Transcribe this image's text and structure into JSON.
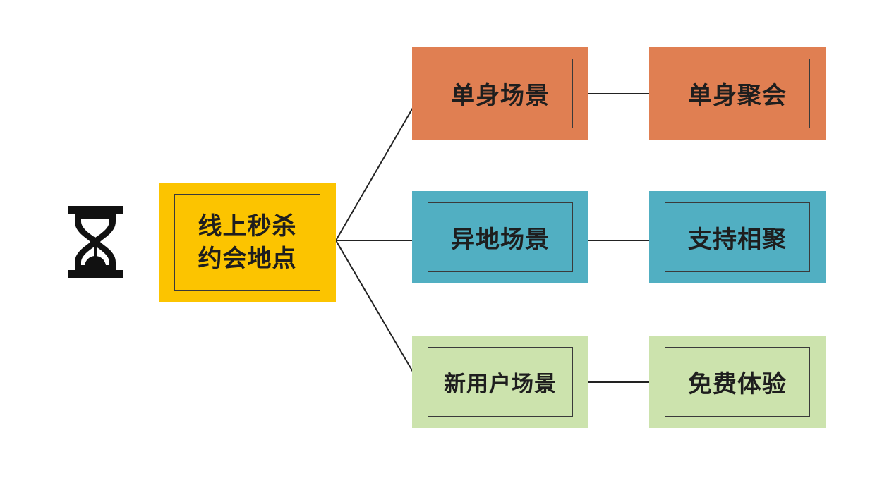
{
  "colors": {
    "root": "#fcc400",
    "single": "#e07f52",
    "remote": "#51afc2",
    "newuser": "#cce3ad",
    "line": "#222222"
  },
  "icon": "hourglass-icon",
  "root": {
    "line1": "线上秒杀",
    "line2": "约会地点"
  },
  "branches": [
    {
      "scene": "单身场景",
      "result": "单身聚会"
    },
    {
      "scene": "异地场景",
      "result": "支持相聚"
    },
    {
      "scene": "新用户场景",
      "result": "免费体验"
    }
  ]
}
